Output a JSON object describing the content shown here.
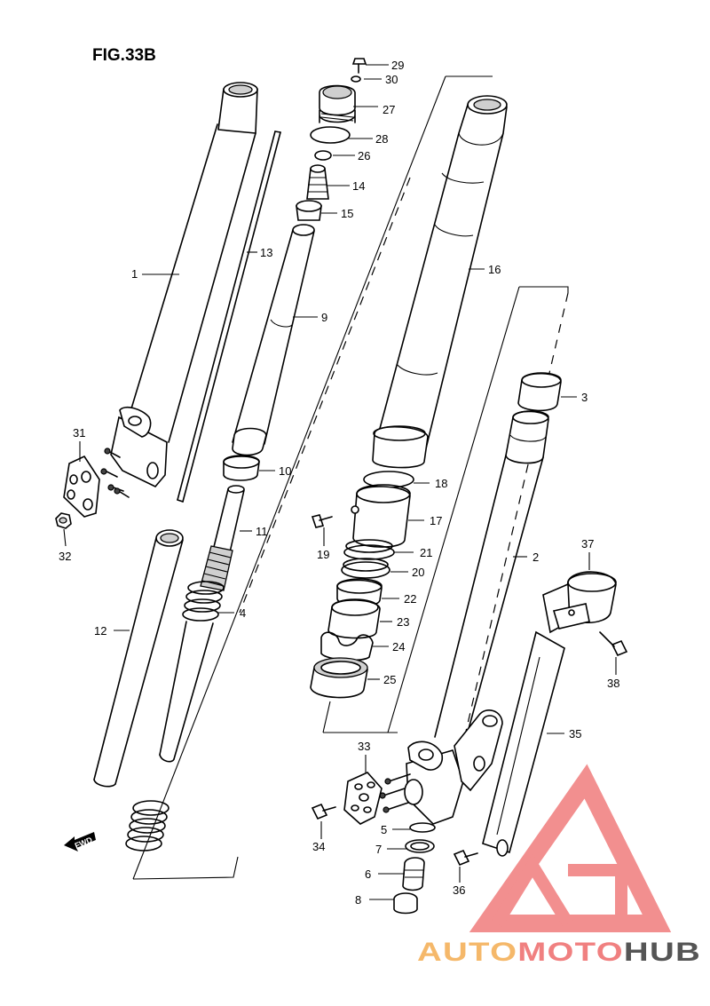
{
  "figure": {
    "title": "FIG.33B"
  },
  "direction_marker": {
    "label": "FWD"
  },
  "watermark": {
    "brand_a": "AUTO",
    "brand_b": "MOTO",
    "brand_c": "HUB",
    "color_a": "#f5b86a",
    "color_b": "#f08080",
    "color_c": "#555555"
  },
  "callouts": {
    "p1": "1",
    "p2": "2",
    "p3": "3",
    "p4": "4",
    "p5": "5",
    "p6": "6",
    "p7": "7",
    "p8": "8",
    "p9": "9",
    "p10": "10",
    "p11": "11",
    "p12": "12",
    "p13": "13",
    "p14": "14",
    "p15": "15",
    "p16": "16",
    "p17": "17",
    "p18": "18",
    "p19": "19",
    "p20": "20",
    "p21": "21",
    "p22": "22",
    "p23": "23",
    "p24": "24",
    "p25": "25",
    "p26": "26",
    "p27": "27",
    "p28": "28",
    "p29": "29",
    "p30": "30",
    "p31": "31",
    "p32": "32",
    "p33": "33",
    "p34": "34",
    "p35": "35",
    "p36": "36",
    "p37": "37",
    "p38": "38"
  }
}
